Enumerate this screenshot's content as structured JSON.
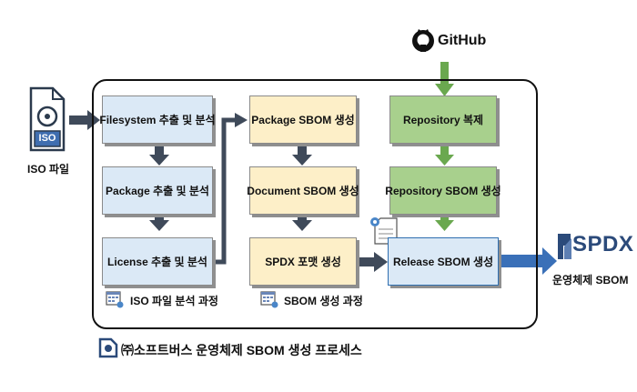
{
  "iso_label": "ISO 파일",
  "iso_icon_text": "ISO",
  "github_label": "GitHub",
  "spdx_logo": "SPDX",
  "spdx_caption": "운영체제 SBOM",
  "boxes": {
    "filesystem": "Filesystem 추출 및 분석",
    "package_extract": "Package 추출 및 분석",
    "license_extract": "License 추출 및 분석",
    "package_sbom": "Package SBOM 생성",
    "document_sbom": "Document SBOM 생성",
    "spdx_format": "SPDX 포맷 생성",
    "repository_clone": "Repository 복제",
    "repository_sbom": "Repository SBOM 생성",
    "release_sbom": "Release SBOM 생성"
  },
  "sections": {
    "iso_analysis": "ISO 파일 분석 과정",
    "sbom_generation": "SBOM 생성 과정"
  },
  "footer_title": "㈜소프트버스 운영체제 SBOM 생성 프로세스",
  "colors": {
    "blue_box": "#dbe9f6",
    "yellow_box": "#fdefc8",
    "green_box": "#a8d08d",
    "arrow_dark": "#3f4a5a",
    "arrow_green": "#6aa84f",
    "arrow_blue": "#3a70b8"
  }
}
